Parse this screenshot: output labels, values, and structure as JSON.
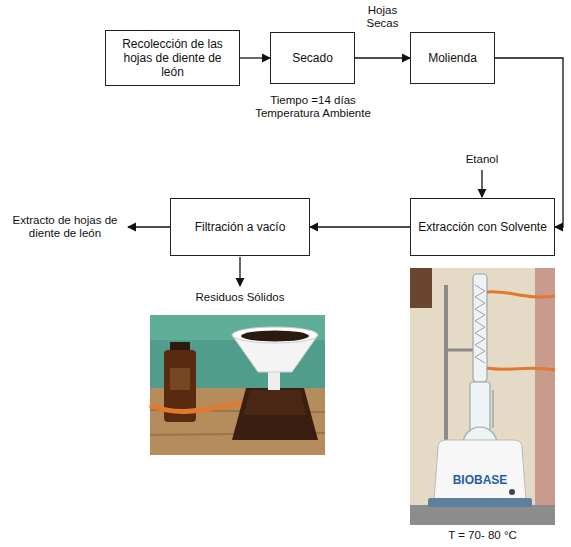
{
  "diagram": {
    "nodes": [
      {
        "text": [
          "Recolección de las hojas de diente de león"
        ]
      },
      {
        "text": [
          "Secado"
        ]
      },
      {
        "text": [
          "Molienda"
        ]
      },
      {
        "text": [
          "Extracción con Solvente"
        ]
      },
      {
        "text": [
          "Filtración a vacío"
        ]
      }
    ],
    "edges": [
      {
        "from": 0,
        "to": 1,
        "arrow": "to"
      },
      {
        "from": 1,
        "to": 2,
        "label": "Hojas Secas",
        "arrow": "to"
      },
      {
        "from": 2,
        "to": 3,
        "arrow": "to"
      },
      {
        "from": 3,
        "to": 4,
        "arrow": "to"
      }
    ],
    "labels": [
      "Tiempo =14 días Temperatura Ambiente",
      "Etanol",
      "Extracto de hojas de diente de león",
      "Residuos Sólidos",
      "T = 70- 80 °C",
      "BIOBASE"
    ]
  }
}
